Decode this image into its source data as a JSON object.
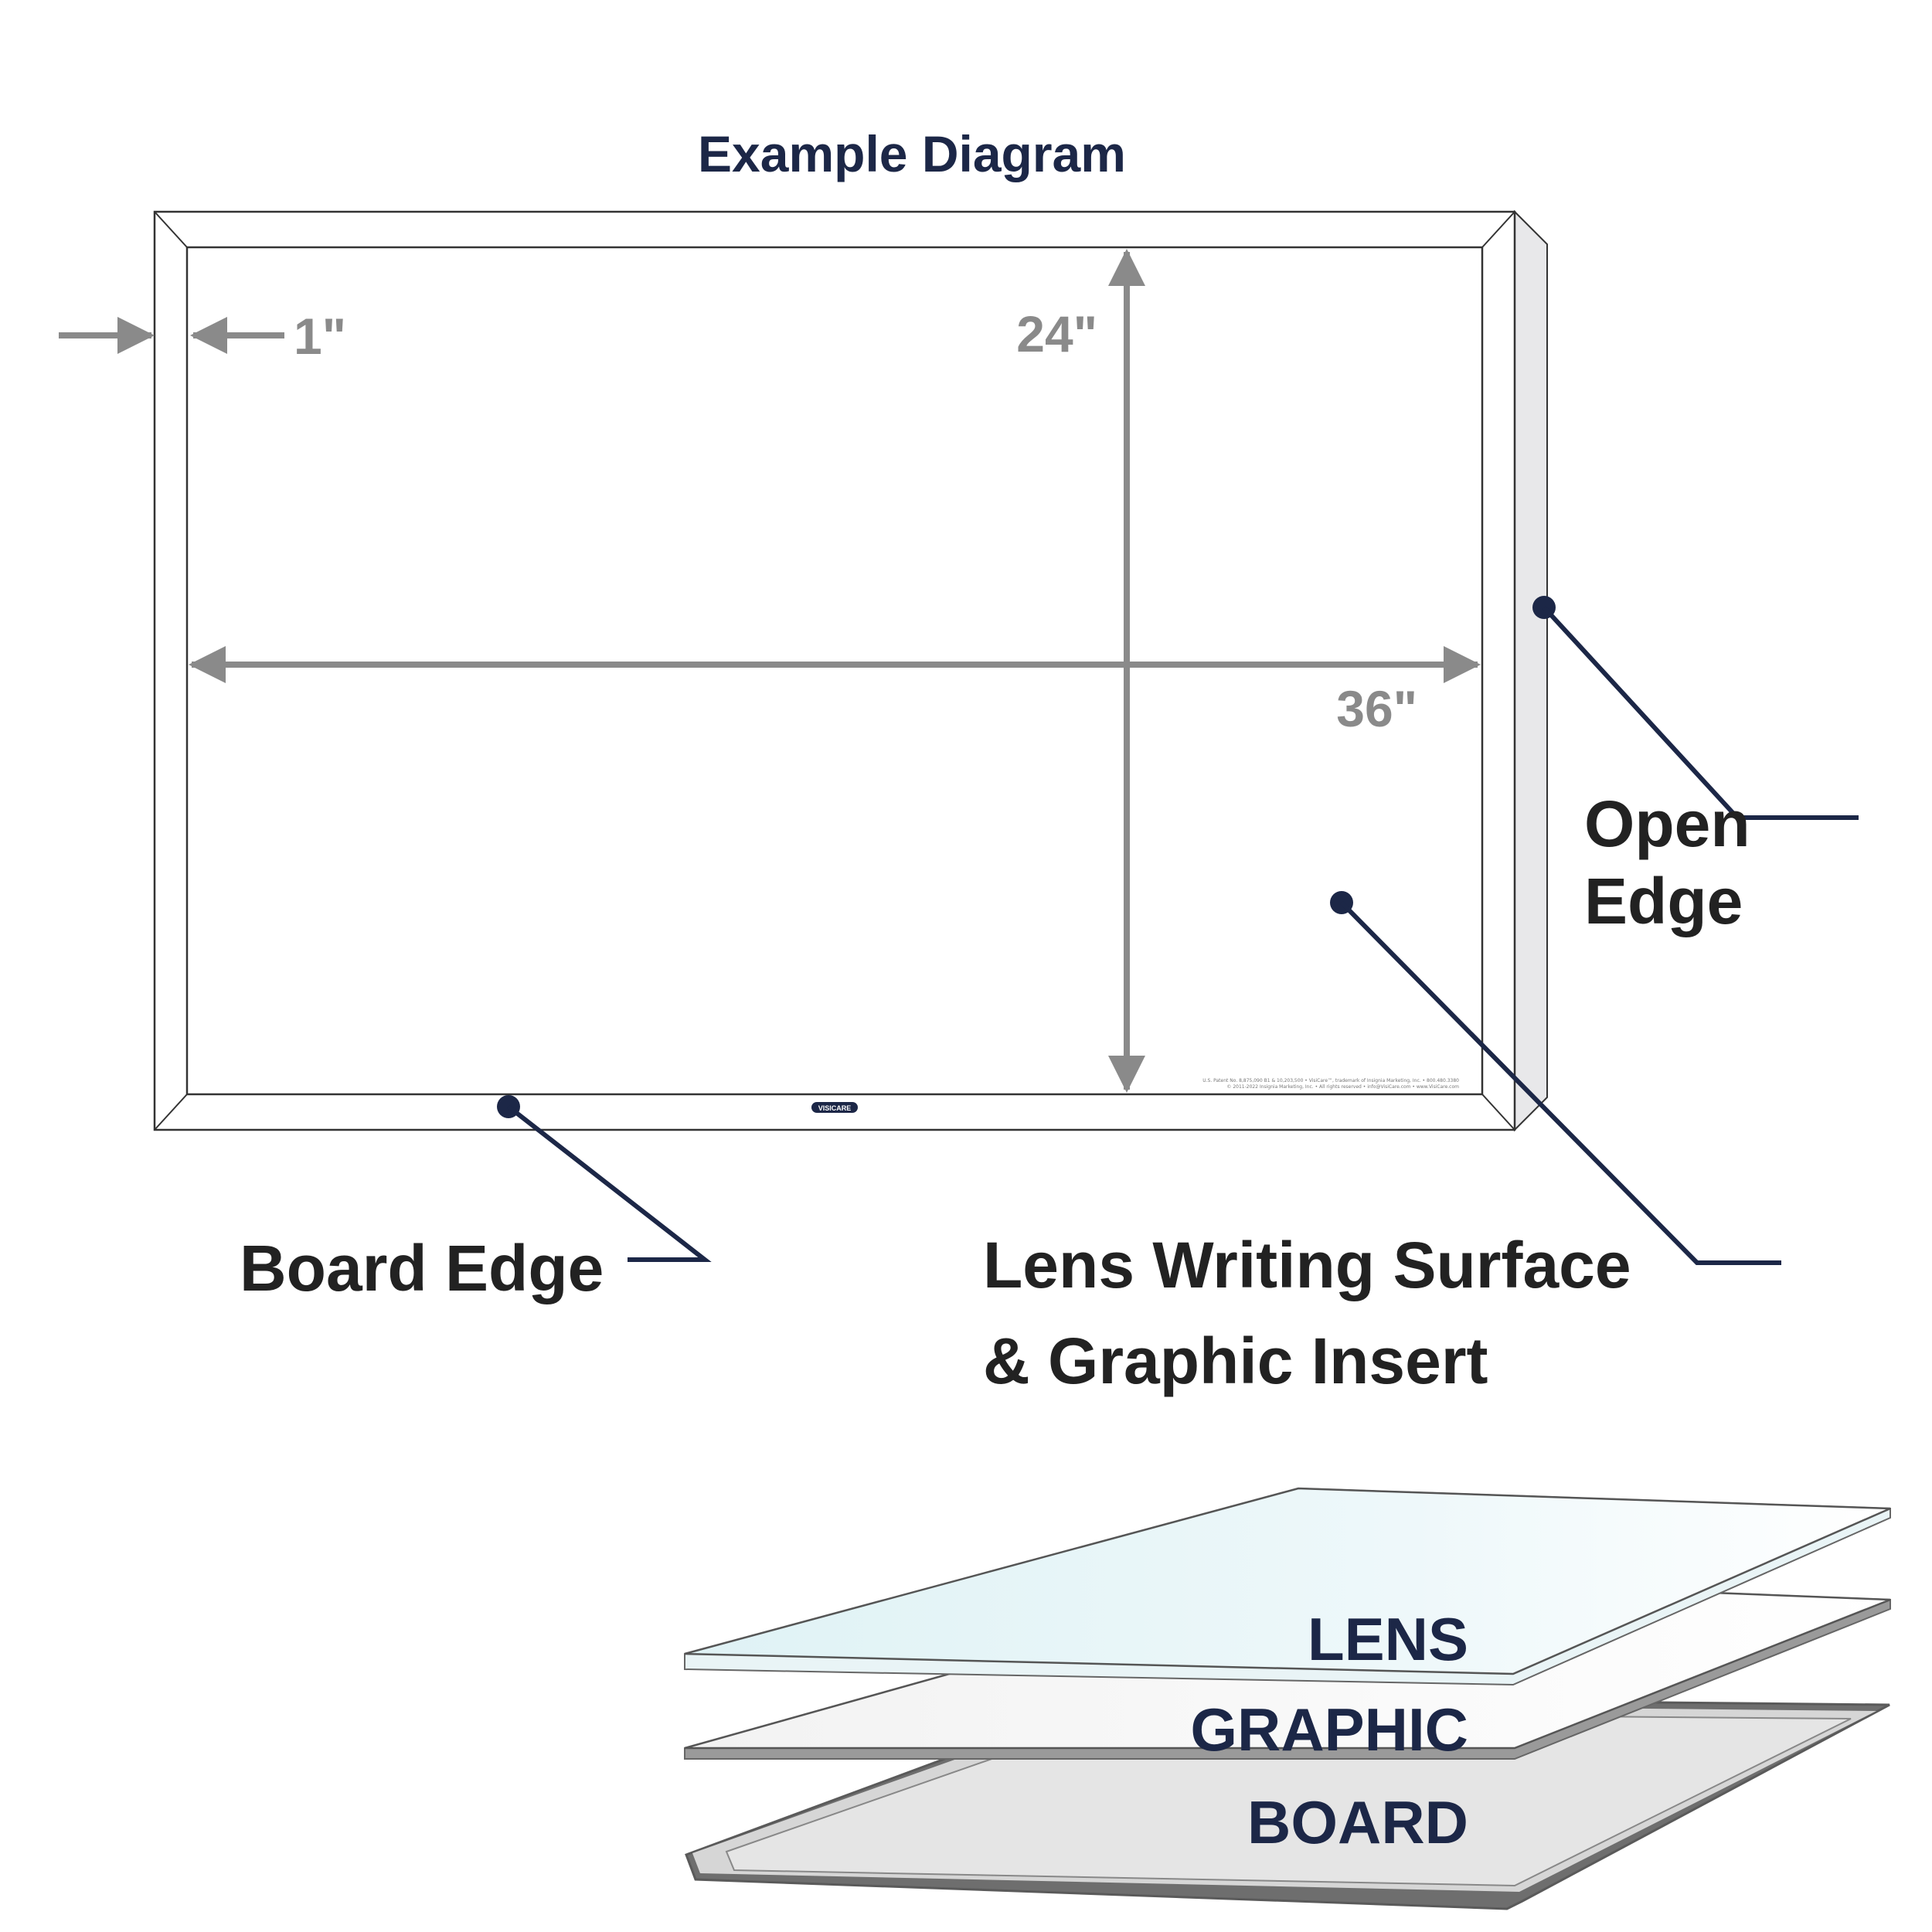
{
  "title": "Example Diagram",
  "dimensions": {
    "border": "1\"",
    "height": "24\"",
    "width": "36\""
  },
  "callouts": {
    "open_edge_line1": "Open",
    "open_edge_line2": "Edge",
    "board_edge": "Board Edge",
    "lens_line1": "Lens Writing Surface",
    "lens_line2": "& Graphic Insert"
  },
  "layers": {
    "lens": "LENS",
    "graphic": "GRAPHIC",
    "board": "BOARD"
  },
  "board_fine_print": {
    "line1": "U.S. Patent No. 8,875,090 B1 & 10,203,500 • VisiCare™, trademark of Insignia Marketing, Inc. • 800.480.3380",
    "line2": "© 2011-2022 Insignia Marketing, Inc. • All rights reserved • info@VisiCare.com • www.VisiCare.com",
    "logo": "VISICARE"
  },
  "colors": {
    "navy": "#1c2747",
    "dimension_gray": "#8a8a8a",
    "frame_line": "#333333",
    "board_gray": "#6e6e6e"
  }
}
